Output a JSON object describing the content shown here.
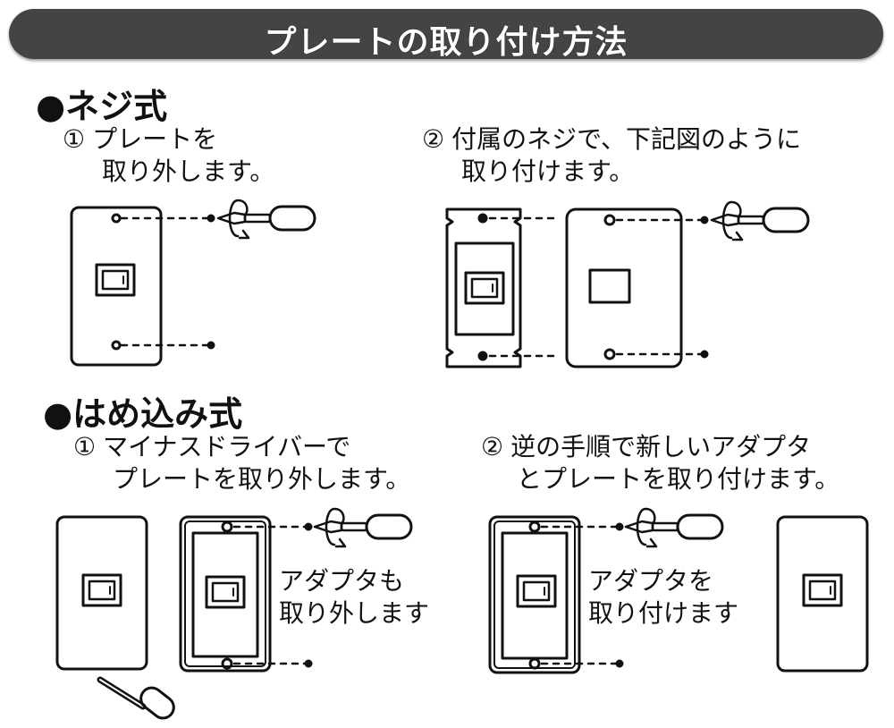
{
  "banner": {
    "title": "プレートの取り付け方法",
    "bg_color": "#444444"
  },
  "screw_type": {
    "heading": "●ネジ式",
    "step1": {
      "num": "①",
      "line1": "プレートを",
      "line2": "取り外します。"
    },
    "step2": {
      "num": "②",
      "line1": "付属のネジで、下記図のように",
      "line2": "取り付けます。"
    }
  },
  "snap_type": {
    "heading": "●はめ込み式",
    "step1": {
      "num": "①",
      "line1": "マイナスドライバーで",
      "line2": "プレートを取り外します。",
      "note_line1": "アダプタも",
      "note_line2": "取り外します"
    },
    "step2": {
      "num": "②",
      "line1": "逆の手順で新しいアダプタ",
      "line2": "とプレートを取り付けます。",
      "note_line1": "アダプタを",
      "note_line2": "取り付けます"
    }
  }
}
